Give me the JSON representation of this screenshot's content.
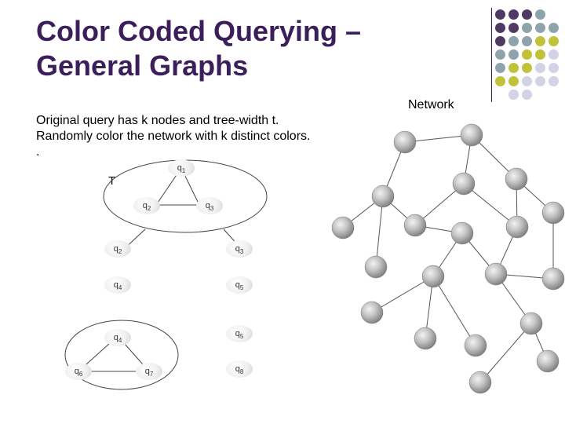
{
  "slide": {
    "title_line1": "Color Coded Querying –",
    "title_line2": "General Graphs",
    "text_line1": "Original query has k nodes and tree-width t.",
    "text_line2": "Randomly color the network with k distinct colors.",
    "text_line3": ".",
    "tree_label": "T",
    "network_label": "Network"
  },
  "query_nodes": [
    {
      "base": "q",
      "sub": "1"
    },
    {
      "base": "q",
      "sub": "2"
    },
    {
      "base": "q",
      "sub": "3"
    },
    {
      "base": "q",
      "sub": "2"
    },
    {
      "base": "q",
      "sub": "3"
    },
    {
      "base": "q",
      "sub": "4"
    },
    {
      "base": "q",
      "sub": "5"
    },
    {
      "base": "q",
      "sub": "4"
    },
    {
      "base": "q",
      "sub": "5"
    },
    {
      "base": "q",
      "sub": "6"
    },
    {
      "base": "q",
      "sub": "7"
    },
    {
      "base": "q",
      "sub": "8"
    }
  ],
  "colors": {
    "title": "#3b1f5a",
    "dot_purple": "#4e3a63",
    "dot_teal": "#8ea3ac",
    "dot_olive": "#c2c23a",
    "dot_lavender": "#d3d3e6",
    "network_node": "#9a9a9a"
  }
}
